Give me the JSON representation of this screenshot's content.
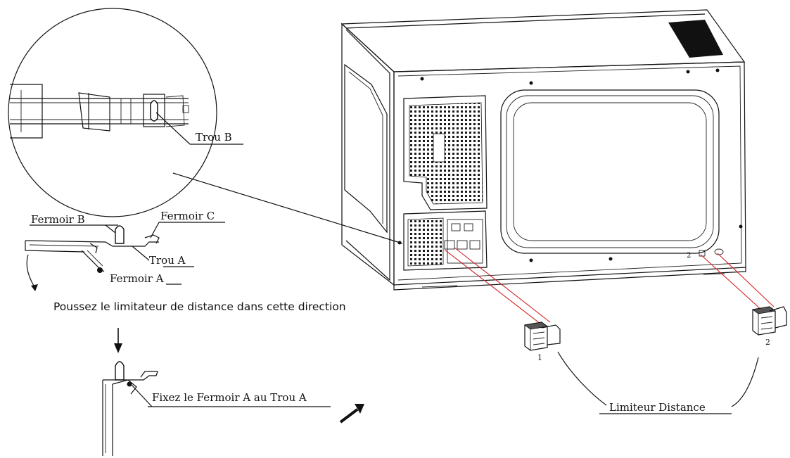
{
  "labels": {
    "trou_b": "Trou B",
    "fermoir_b": "Fermoir B",
    "fermoir_c": "Fermoir  C",
    "trou_a": "Trou A",
    "fermoir_a": "Fermoir  A",
    "push_instruction": "Poussez le limitateur de distance dans cette direction",
    "fix_instruction": "Fixez le Fermoir A au Trou A",
    "spacer_1": "1",
    "spacer_2": "2",
    "spacer_caption": "Limiteur Distance"
  },
  "colors": {
    "guide_line": "#d42020",
    "ink": "#111111",
    "vent_fill": "#1a1a1a"
  }
}
